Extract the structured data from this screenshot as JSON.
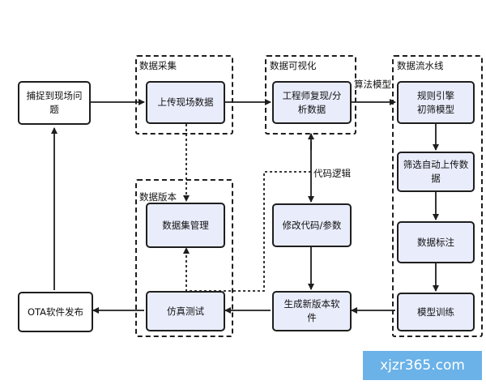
{
  "groups": {
    "data_collection": "数据采集",
    "data_visualization": "数据可视化",
    "data_pipeline": "数据流水线",
    "data_version": "数据版本"
  },
  "nodes": {
    "capture_issue": "捕捉到现场问题",
    "upload_data": "上传现场数据",
    "engineer_review": "工程师复现/分\n析数据",
    "rule_engine": "规则引擎\n初筛模型",
    "auto_upload": "筛选自动上传数\n据",
    "data_labeling": "数据标注",
    "model_training": "模型训练",
    "new_version": "生成新版本软\n件",
    "modify_code": "修改代码/参数",
    "dataset_mgmt": "数据集管理",
    "simulation": "仿真测试",
    "ota_release": "OTA软件发布"
  },
  "edge_labels": {
    "algorithm_model": "算法模型",
    "code_logic": "代码逻辑"
  },
  "watermark": "xjzr365.com"
}
